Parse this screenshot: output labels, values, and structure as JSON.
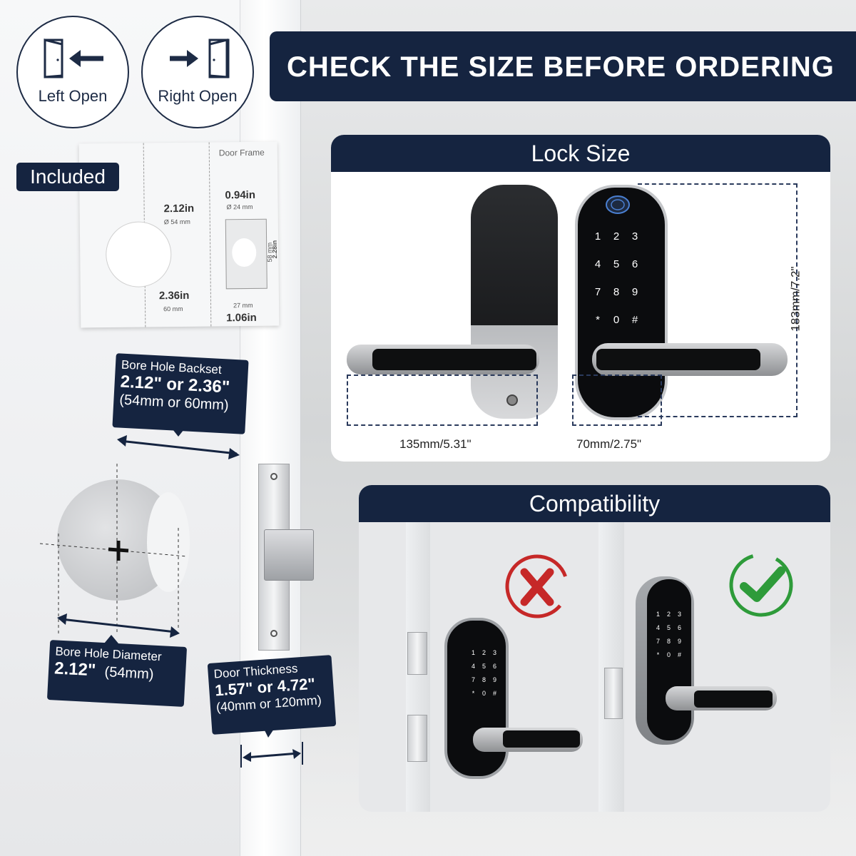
{
  "left_open": {
    "label": "Left Open",
    "icon": "door-left-arrow-icon"
  },
  "right_open": {
    "label": "Right Open",
    "icon": "door-right-arrow-icon"
  },
  "banner": {
    "title": "CHECK THE SIZE BEFORE ORDERING"
  },
  "included": {
    "label": "Included"
  },
  "template": {
    "frame_label": "Door Frame",
    "bore_in": "2.12in",
    "bore_mm": "Ø 54 mm",
    "backset_in": "2.36in",
    "backset_mm": "60 mm",
    "latch_in": "0.94in",
    "latch_mm": "Ø 24 mm",
    "plate_h_mm": "58 mm",
    "plate_h_in": "2.28in",
    "plate_w_mm": "27 mm",
    "plate_w_in": "1.06in"
  },
  "backset_callout": {
    "title": "Bore Hole Backset",
    "value": "2.12\" or 2.36\"",
    "metric": "(54mm or 60mm)"
  },
  "diameter_callout": {
    "title": "Bore Hole Diameter",
    "value": "2.12\"",
    "metric": "(54mm)"
  },
  "thickness_callout": {
    "title": "Door Thickness",
    "value": "1.57\" or 4.72\"",
    "metric": "(40mm or 120mm)"
  },
  "lock_size": {
    "title": "Lock Size",
    "width_label": "135mm/5.31\"",
    "depth_label": "70mm/2.75\"",
    "height_label": "183mm/7.2\"",
    "keypad": [
      "1",
      "2",
      "3",
      "4",
      "5",
      "6",
      "7",
      "8",
      "9",
      "*",
      "0",
      "#"
    ]
  },
  "compatibility": {
    "title": "Compatibility",
    "bad_icon": "cross-circle-icon",
    "good_icon": "check-circle-icon",
    "bad_color": "#c62828",
    "good_color": "#2e9b3a"
  },
  "colors": {
    "navy": "#152440"
  }
}
